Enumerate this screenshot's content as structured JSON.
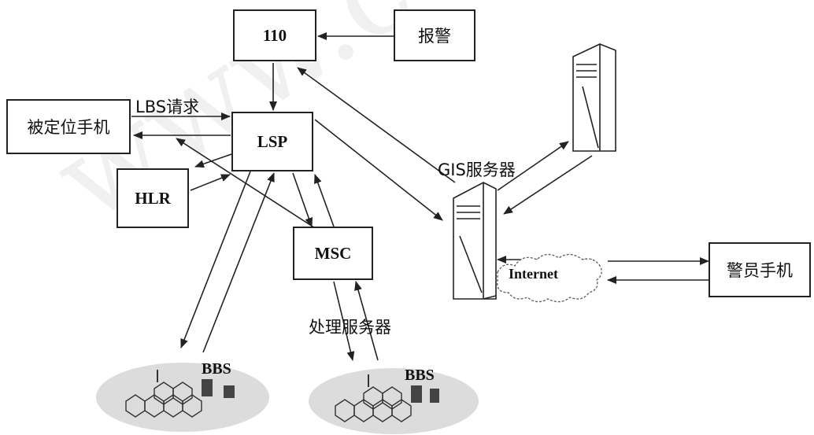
{
  "watermark": "www.c-s-a.org.cn",
  "nodes": {
    "n110": "110",
    "alarm": "报警",
    "target_phone": "被定位手机",
    "lsp": "LSP",
    "hlr": "HLR",
    "msc": "MSC",
    "police_phone": "警员手机"
  },
  "labels": {
    "lbs_request": "LBS请求",
    "gis_server": "GIS服务器",
    "internet": "Internet",
    "processing_server": "处理服务器",
    "bbs_left": "BBS",
    "bbs_right": "BBS"
  }
}
